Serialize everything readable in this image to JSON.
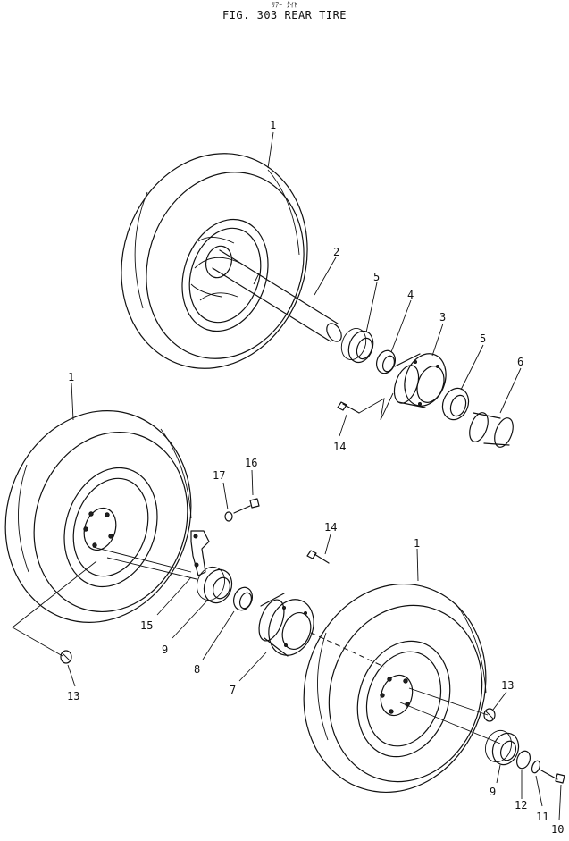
{
  "title": {
    "kana": "ﾘｱｰ ﾀｲﾔ",
    "main": "FIG. 303  REAR TIRE"
  },
  "callouts": {
    "c1_top": "1",
    "c2": "2",
    "c5_top": "5",
    "c4": "4",
    "c3": "3",
    "c5_right": "5",
    "c6": "6",
    "c14_top": "14",
    "c1_left": "1",
    "c17": "17",
    "c16": "16",
    "c14_mid": "14",
    "c1_right": "1",
    "c15": "15",
    "c9_left": "9",
    "c8": "8",
    "c7": "7",
    "c13_left": "13",
    "c13_right": "13",
    "c9_right": "9",
    "c12": "12",
    "c11": "11",
    "c10": "10"
  }
}
